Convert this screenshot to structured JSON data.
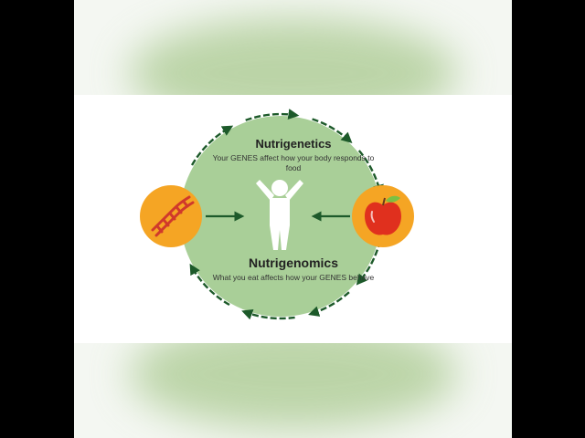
{
  "top": {
    "title": "Nutrigenetics",
    "description": "Your GENES affect how your body responds to food"
  },
  "bottom": {
    "title": "Nutrigenomics",
    "description": "What you eat affects how your GENES behave"
  },
  "icons": {
    "left": "dna-icon",
    "center": "person-icon",
    "right": "apple-icon"
  },
  "colors": {
    "circle_fill": "#a9cf98",
    "arrow": "#1d5a2a",
    "badge": "#f5a524",
    "dna": "#d0392b",
    "apple": "#e0301e",
    "leaf": "#7cc043"
  }
}
